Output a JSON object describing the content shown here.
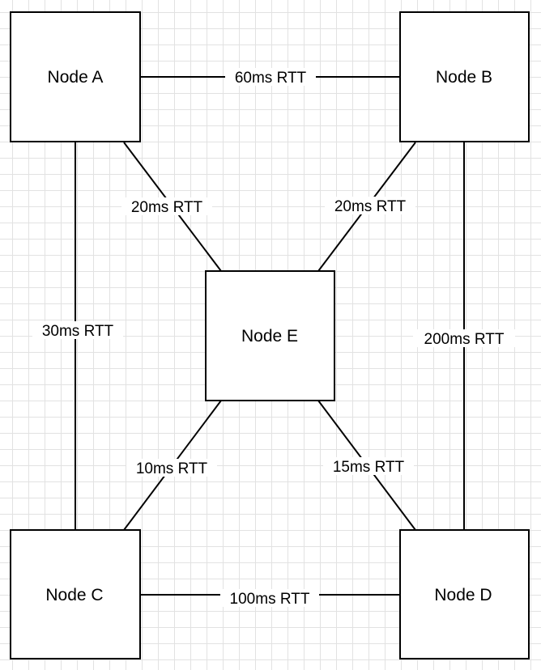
{
  "nodes": [
    {
      "id": "A",
      "label": "Node A"
    },
    {
      "id": "B",
      "label": "Node B"
    },
    {
      "id": "C",
      "label": "Node C"
    },
    {
      "id": "D",
      "label": "Node D"
    },
    {
      "id": "E",
      "label": "Node E"
    }
  ],
  "edges": [
    {
      "from": "A",
      "to": "B",
      "label": "60ms RTT"
    },
    {
      "from": "A",
      "to": "E",
      "label": "20ms RTT"
    },
    {
      "from": "B",
      "to": "E",
      "label": "20ms RTT"
    },
    {
      "from": "A",
      "to": "C",
      "label": "30ms RTT"
    },
    {
      "from": "B",
      "to": "D",
      "label": "200ms RTT"
    },
    {
      "from": "E",
      "to": "C",
      "label": "10ms RTT"
    },
    {
      "from": "E",
      "to": "D",
      "label": "15ms RTT"
    },
    {
      "from": "C",
      "to": "D",
      "label": "100ms RTT"
    }
  ]
}
